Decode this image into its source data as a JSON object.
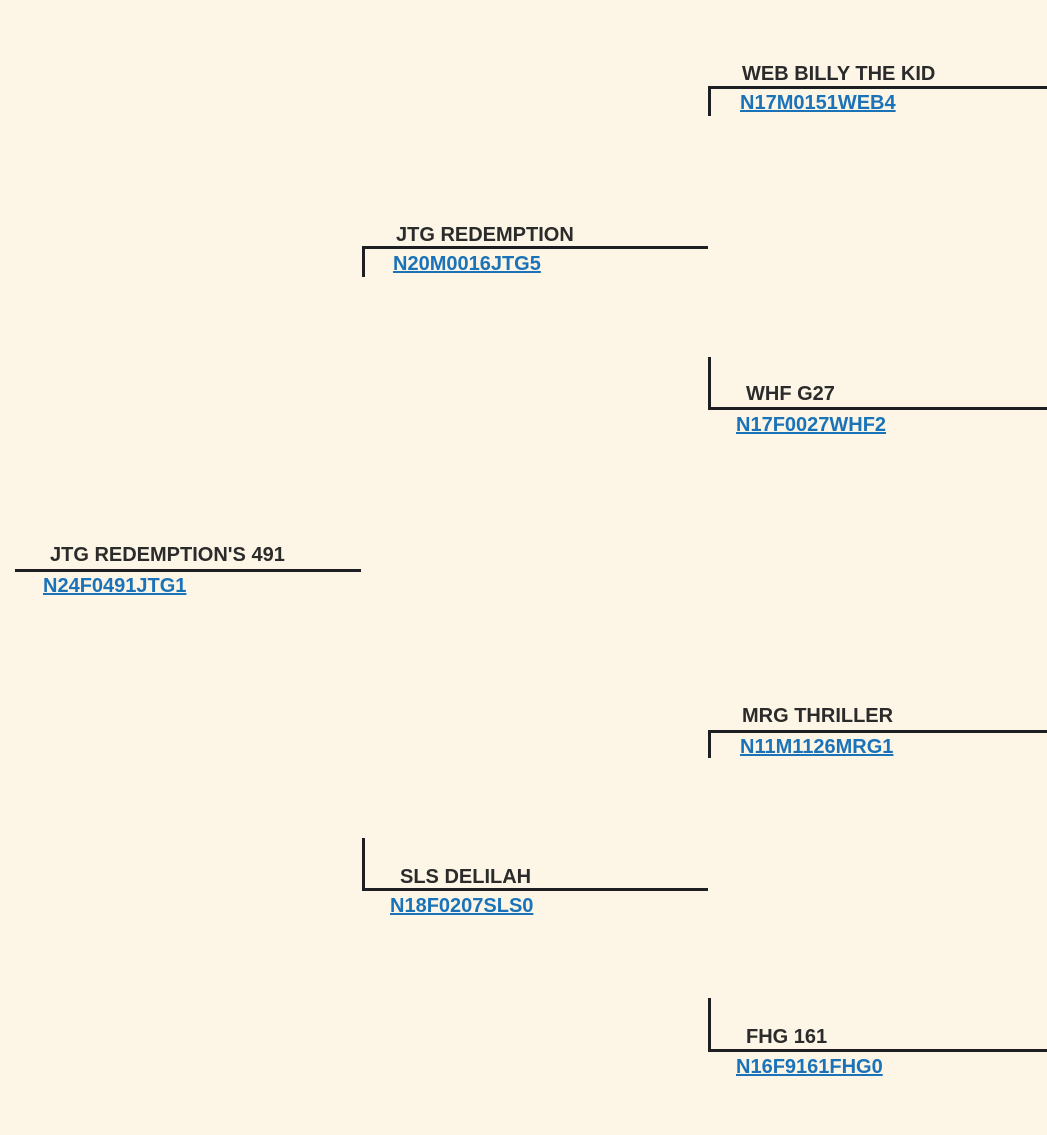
{
  "pedigree": {
    "subject": {
      "name": "JTG REDEMPTION'S 491",
      "registration": "N24F0491JTG1"
    },
    "sire": {
      "name": "JTG REDEMPTION",
      "registration": "N20M0016JTG5"
    },
    "dam": {
      "name": "SLS DELILAH",
      "registration": "N18F0207SLS0"
    },
    "sire_sire": {
      "name": "WEB BILLY THE KID",
      "registration": "N17M0151WEB4"
    },
    "sire_dam": {
      "name": "WHF G27",
      "registration": "N17F0027WHF2"
    },
    "dam_sire": {
      "name": "MRG THRILLER",
      "registration": "N11M1126MRG1"
    },
    "dam_dam": {
      "name": "FHG 161",
      "registration": "N16F9161FHG0"
    }
  },
  "colors": {
    "background": "#fdf5e6",
    "line": "#1e1f22",
    "name_text": "#2b2b2b",
    "link": "#1a73b8"
  }
}
